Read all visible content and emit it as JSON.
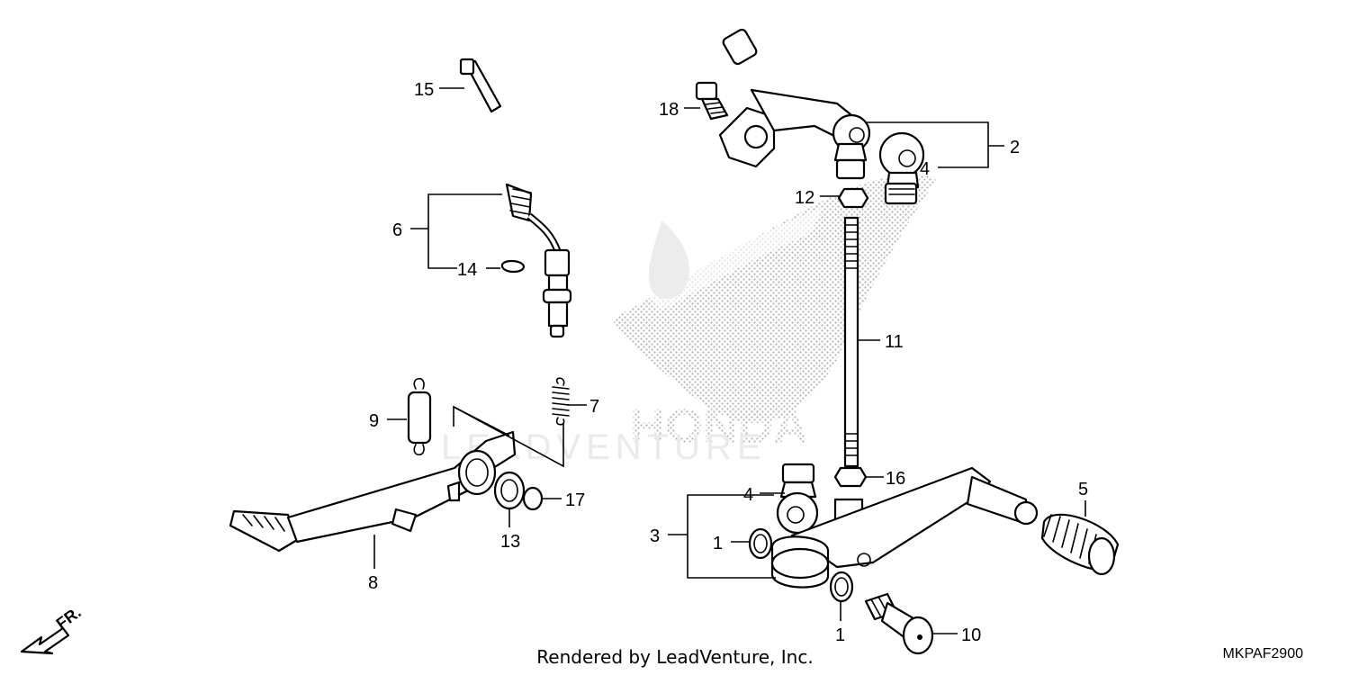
{
  "callouts": {
    "c1a": "1",
    "c1b": "1",
    "c2": "2",
    "c3": "3",
    "c4a": "4",
    "c4b": "4",
    "c5": "5",
    "c6": "6",
    "c7": "7",
    "c8": "8",
    "c9": "9",
    "c10": "10",
    "c11": "11",
    "c12": "12",
    "c13": "13",
    "c14": "14",
    "c15": "15",
    "c16": "16",
    "c17": "17",
    "c18": "18"
  },
  "watermark": {
    "text": "LEADVENTURE",
    "brand": "HONDA"
  },
  "direction": {
    "label": "FR."
  },
  "footer": {
    "rendered_by": "Rendered by LeadVenture, Inc.",
    "diagram_code": "MKPAF2900"
  },
  "colors": {
    "line": "#000000",
    "watermark_dots": "#9a9a9a"
  }
}
